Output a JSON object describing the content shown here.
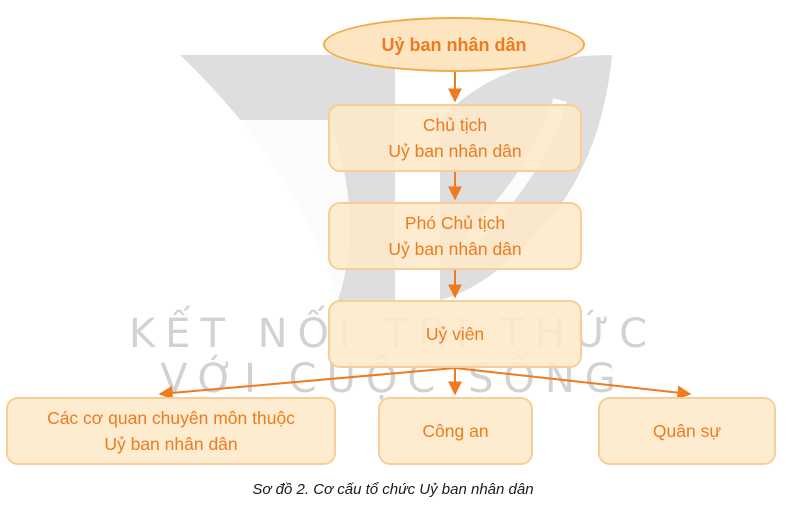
{
  "diagram": {
    "root": "Uỷ ban nhân dân",
    "chairman": {
      "line1": "Chủ tịch",
      "line2": "Uỷ ban nhân dân"
    },
    "vice_chairman": {
      "line1": "Phó Chủ tịch",
      "line2": "Uỷ ban nhân dân"
    },
    "members": "Uỷ viên",
    "departments": {
      "line1": "Các cơ quan chuyên môn thuộc",
      "line2": "Uỷ ban nhân dân"
    },
    "police": "Công an",
    "military": "Quân sự"
  },
  "watermark": {
    "line1": "KẾT NỐI TRI THỨC",
    "line2": "VỚI CUỘC SỐNG"
  },
  "caption": "Sơ đồ 2. Cơ cấu tổ chức Uỷ ban nhân dân",
  "colors": {
    "accent": "#f07a1e",
    "box_fill": "#fde9c9",
    "box_border": "#f6cf98",
    "ellipse_border": "#f3ac45",
    "watermark": "#c4c4c4"
  }
}
